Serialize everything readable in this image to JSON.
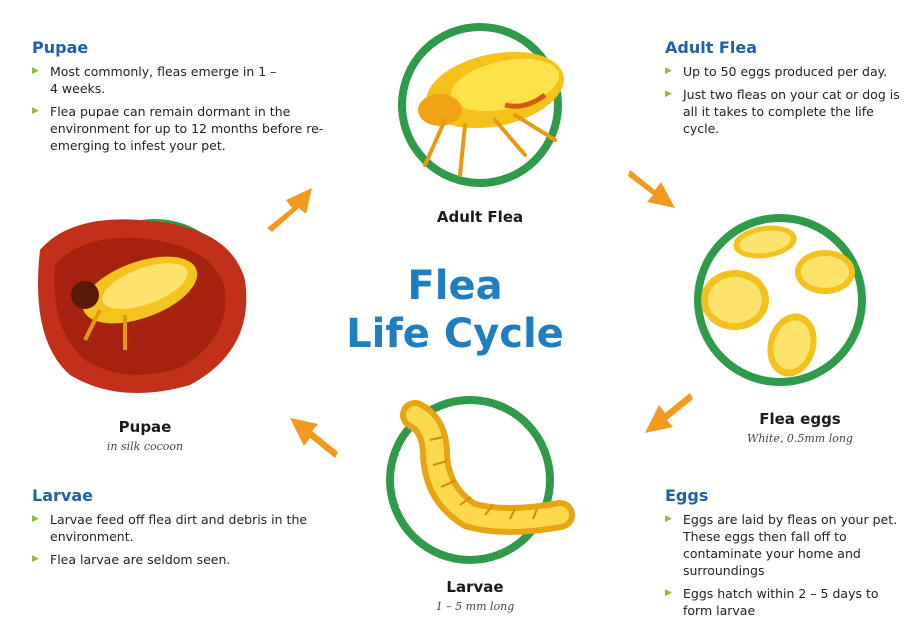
{
  "title": {
    "line1": "Flea",
    "line2": "Life Cycle"
  },
  "stages": {
    "adult": {
      "name": "Adult Flea"
    },
    "eggs": {
      "name": "Flea eggs",
      "sub": "White, 0.5mm long"
    },
    "larvae": {
      "name": "Larvae",
      "sub": "1 – 5 mm long"
    },
    "pupae": {
      "name": "Pupae",
      "sub": "in silk cocoon"
    }
  },
  "info": {
    "pupae": {
      "heading": "Pupae",
      "bullets": [
        "Most commonly, fleas emerge in 1 – 4 weeks.",
        "Flea pupae can remain dormant in the environment for up to 12 months before re-emerging to infest your pet."
      ]
    },
    "adult": {
      "heading": "Adult Flea",
      "bullets": [
        "Up to 50 eggs produced per day.",
        "Just two fleas on your cat or dog is all it takes to complete the life cycle."
      ]
    },
    "larvae": {
      "heading": "Larvae",
      "bullets": [
        "Larvae feed off flea dirt and debris in the environment.",
        "Flea larvae are seldom seen."
      ]
    },
    "eggs": {
      "heading": "Eggs",
      "bullets": [
        "Eggs are laid by fleas on your pet. These eggs then fall off to contaminate your home and surroundings",
        "Eggs hatch within 2 – 5 days to form larvae"
      ]
    }
  },
  "colors": {
    "ring": "#2e9a4a",
    "arrow": "#f29a1f",
    "heading": "#1f5fae",
    "title": "#1f7ec0",
    "bullet": "#8bbf3a"
  }
}
